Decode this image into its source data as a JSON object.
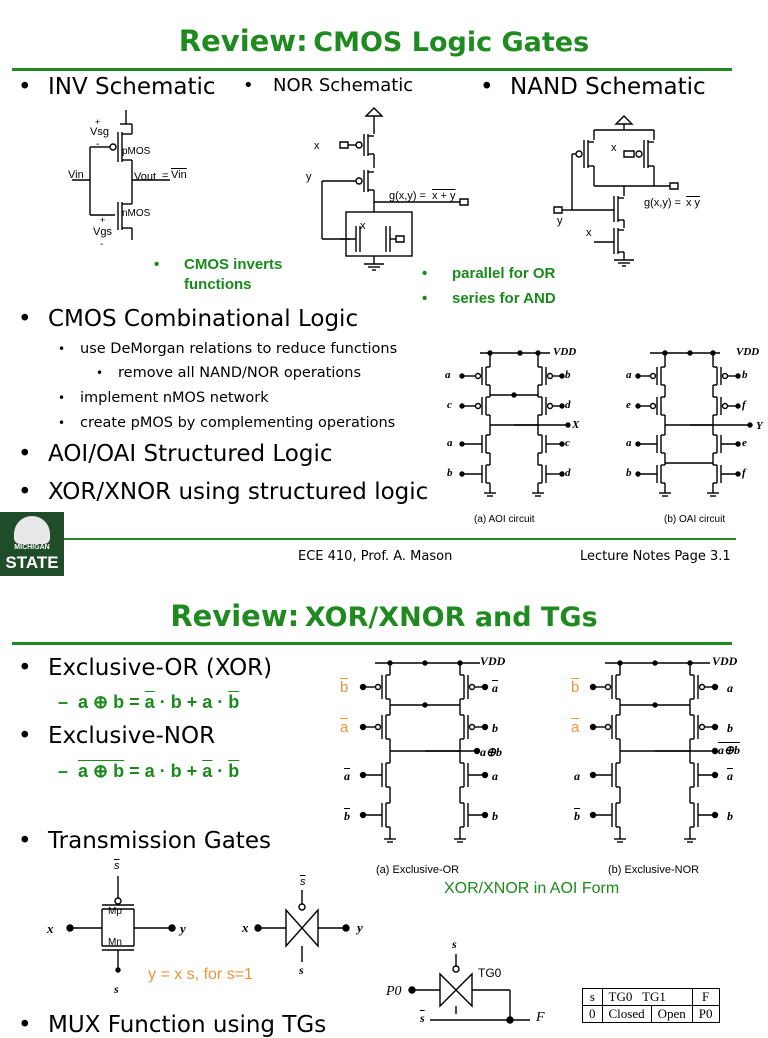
{
  "slide1": {
    "title_prefix": "Review:",
    "title_main": "CMOS Logic Gates",
    "inv_label": "INV Schematic",
    "nor_label": "NOR Schematic",
    "nand_label": "NAND Schematic",
    "inv": {
      "vsg": "Vsg",
      "pmos": "pMOS",
      "vin": "Vin",
      "vout": "Vout",
      "eq": "=",
      "vin_bar": "Vin",
      "nmos": "nMOS",
      "vgs": "Vgs",
      "plus": "+",
      "minus": "-"
    },
    "nor": {
      "x": "x",
      "y": "y",
      "x2": "x",
      "g_prefix": "g(x,y) =",
      "g_expr": "x + y"
    },
    "nand": {
      "x": "x",
      "y": "y",
      "x2": "x",
      "g_prefix": "g(x,y) =",
      "g_expr": "x y"
    },
    "note_inverts_1": "CMOS inverts",
    "note_inverts_2": "functions",
    "note_parallel": "parallel for OR",
    "note_series": "series for AND",
    "comb_label": "CMOS Combinational Logic",
    "sub1": "use DeMorgan relations to reduce functions",
    "sub1a": "remove all NAND/NOR operations",
    "sub2": "implement nMOS network",
    "sub3": "create pMOS by complementing operations",
    "aoi_label": "AOI/OAI Structured Logic",
    "xor_structured_label": "XOR/XNOR using structured logic",
    "aoi_caption": "(a) AOI circuit",
    "oai_caption": "(b) OAI circuit",
    "aoi_vdd": "VDD",
    "oai_vdd": "VDD",
    "aoi_out": "X",
    "oai_out": "Y",
    "aoi_inputs": [
      "a",
      "b",
      "c",
      "d",
      "a",
      "c",
      "b",
      "d"
    ],
    "oai_inputs": [
      "a",
      "b",
      "e",
      "f",
      "a",
      "e",
      "b",
      "f"
    ],
    "logo_text_1": "MICHIGAN",
    "logo_text_2": "STATE",
    "footer_left": "ECE 410, Prof. A. Mason",
    "footer_right": "Lecture Notes Page 3.1"
  },
  "slide2": {
    "title_prefix": "Review:",
    "title_main": "XOR/XNOR and TGs",
    "xor_label": "Exclusive-OR (XOR)",
    "xor_eq_dash": "–",
    "xor_eq_lhs": "a ⊕ b",
    "xor_eq_eq": "=",
    "xor_eq_t1a": "a",
    "xor_eq_t1b": "· b +",
    "xor_eq_t2a": "a ·",
    "xor_eq_t2b": "b",
    "xnor_label": "Exclusive-NOR",
    "xnor_eq_dash": "–",
    "xnor_eq_lhs": "a ⊕ b",
    "xnor_eq_eq": "=",
    "xnor_eq_t1": "a · b +",
    "xnor_eq_t2a": "a",
    "xnor_eq_t2b": "·",
    "xnor_eq_t2c": "b",
    "tg_label": "Transmission Gates",
    "tg_s_bar": "s",
    "tg_mp": "Mp",
    "tg_mn": "Mn",
    "tg_x": "x",
    "tg_y": "y",
    "tg_s": "s",
    "tg_eq": "y = x s, for s=1",
    "xor_caption": "(a) Exclusive-OR",
    "xnor_caption": "(b) Exclusive-NOR",
    "aoi_form": "XOR/XNOR in AOI Form",
    "xor_vdd": "VDD",
    "xnor_vdd": "VDD",
    "xor_side_b": "b",
    "xor_side_a": "a",
    "xnor_side_b": "b",
    "xnor_side_a": "a",
    "xor_out": "a⊕b",
    "xnor_out": "a⊕b",
    "xor_right_labels": [
      "a",
      "b",
      "a",
      "b"
    ],
    "xor_left_labels": [
      "a",
      "b"
    ],
    "xnor_right_labels": [
      "a",
      "b",
      "a",
      "b"
    ],
    "xnor_left_labels": [
      "a",
      "b"
    ],
    "mux_s": "s",
    "mux_tg0": "TG0",
    "mux_p0": "P0",
    "mux_sbar": "s",
    "mux_f": "F",
    "mux_label_partial": "MUX Function using TGs",
    "table": {
      "headers": [
        "s",
        "TG0",
        "TG1",
        "F"
      ],
      "row": [
        "0",
        "Closed",
        "Open",
        "P0"
      ]
    }
  }
}
